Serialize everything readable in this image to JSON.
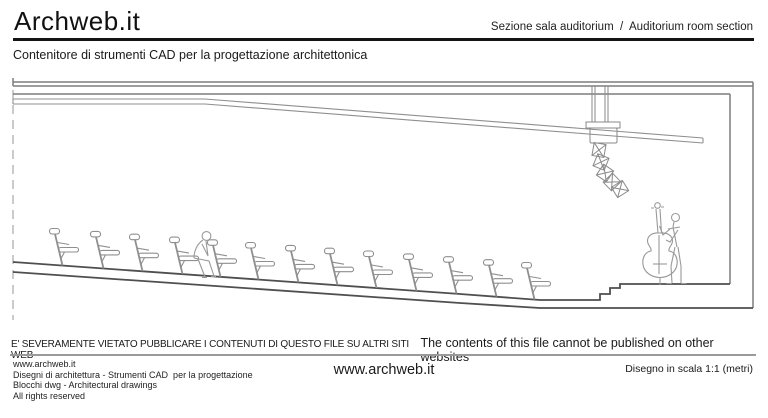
{
  "header": {
    "logo": "Archweb.it",
    "section_title": "Sezione sala auditorium  /  Auditorium room section",
    "subtitle": "Contenitore di strumenti CAD per la progettazione architettonica"
  },
  "drawing": {
    "subject": "Auditorium room section",
    "elements": [
      "roof",
      "sloped-acoustic-ceiling-panel",
      "hanging-line-array-speaker",
      "raked-seating-13-chairs",
      "seated-person",
      "stage-steps",
      "stage",
      "double-bass-player",
      "right-wall",
      "section-cut-line"
    ]
  },
  "warning": {
    "it": "E' SEVERAMENTE VIETATO PUBBLICARE I CONTENUTI DI QUESTO FILE SU ALTRI SITI WEB",
    "en": "The contents of this file cannot be published on other websites"
  },
  "footer": {
    "left_lines": [
      "www.archweb.it",
      "Disegni di architettura - Strumenti CAD  per la progettazione",
      "Blocchi dwg - Architectural drawings",
      "All rights reserved"
    ],
    "center": "www.archweb.it",
    "right": "Disegno in scala 1:1 (metri)"
  },
  "colors": {
    "rule": "#141414",
    "separator": "#9a9a9a",
    "structure_line": "#7d7d7d",
    "floor_line": "#4f4f4f",
    "detail_line": "#8f8f8f",
    "figure_line": "#999999",
    "cut_line": "#a8a8a8"
  }
}
